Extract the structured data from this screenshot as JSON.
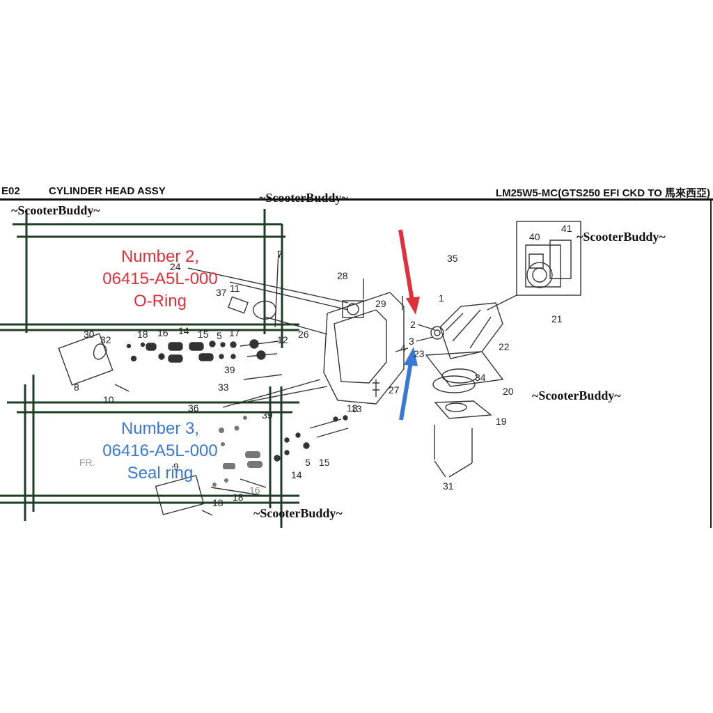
{
  "header": {
    "code": "E02",
    "title": "CYLINDER HEAD ASSY",
    "model": "LM25W5-MC(GTS250 EFI CKD TO 馬來西亞)"
  },
  "watermarks": [
    "~ScooterBuddy~",
    "~ScooterBuddy~",
    "~ScooterBuddy~",
    "~ScooterBuddy~",
    "~ScooterBuddy~"
  ],
  "callouts": {
    "red": {
      "line1": "Number 2,",
      "line2": "06415-A5L-000",
      "line3": "O-Ring",
      "color": "#e0303b"
    },
    "blue": {
      "line1": "Number 3,",
      "line2": "06416-A5L-000",
      "line3": "Seal ring",
      "color": "#3a78d6"
    }
  },
  "part_numbers": [
    "40",
    "41",
    "35",
    "28",
    "29",
    "1",
    "2",
    "3",
    "4",
    "23",
    "22",
    "21",
    "26",
    "34",
    "20",
    "27",
    "13",
    "19",
    "31",
    "24",
    "37",
    "11",
    "7",
    "30",
    "32",
    "18",
    "16",
    "14",
    "15",
    "5",
    "17",
    "12",
    "39",
    "8",
    "10",
    "33",
    "36",
    "9",
    "FR."
  ],
  "colors": {
    "frame": "#1f3d24",
    "arrow_red": "#e0303b",
    "arrow_blue": "#3a78d6"
  }
}
